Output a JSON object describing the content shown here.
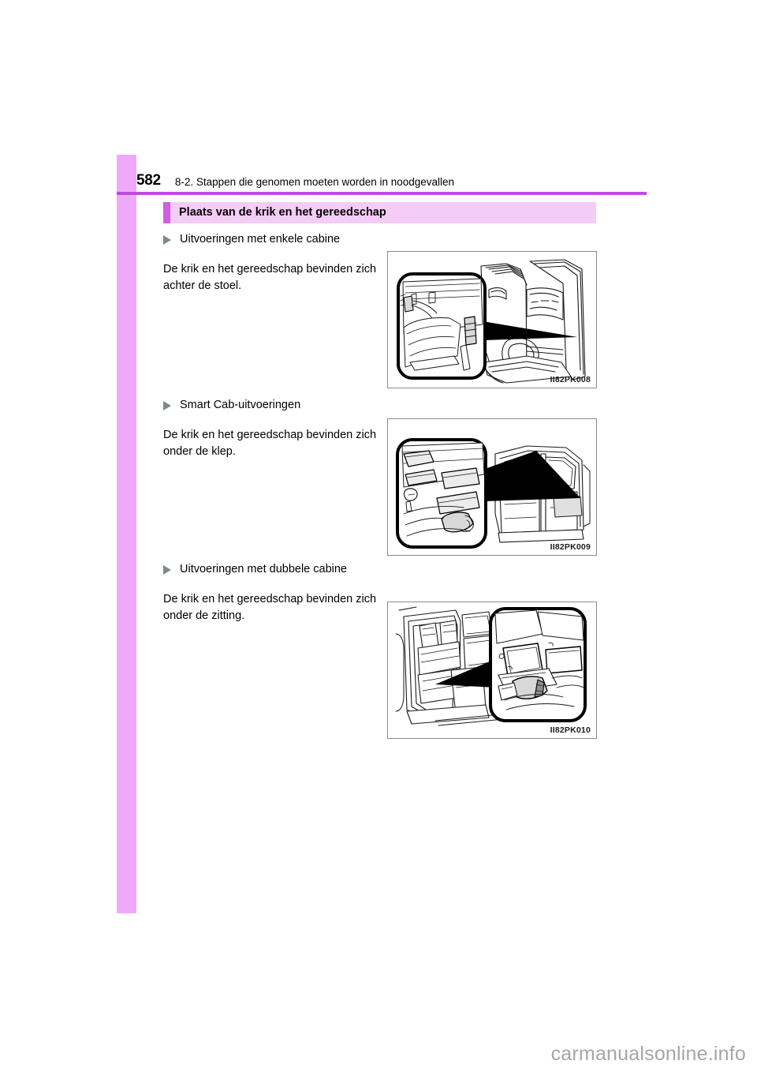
{
  "page": {
    "number": "582",
    "header_title": "8-2. Stappen die genomen moeten worden in noodgevallen",
    "watermark": "carmanualsonline.info",
    "accent_color": "#c24ae0",
    "tab_color": "#eeaaf8",
    "band_bg_color": "#f5ccf7",
    "band_accent_color": "#cd5fe3",
    "bullet_color": "#7c8c84"
  },
  "section": {
    "title": "Plaats van de krik en het gereedschap"
  },
  "blocks": [
    {
      "heading": "Uitvoeringen met enkele cabine",
      "body": "De krik en het gereedschap bevinden zich achter de stoel.",
      "figure_code": "II82PK008",
      "figure_alt": "Cabine-interieur met ingezoomde weergave achter de stoel"
    },
    {
      "heading": "Smart Cab-uitvoeringen",
      "body": "De krik en het gereedschap bevinden zich onder de klep.",
      "figure_code": "II82PK009",
      "figure_alt": "Smart Cab met ingezoomde weergave onder de klep"
    },
    {
      "heading": "Uitvoeringen met dubbele cabine",
      "body": "De krik en het gereedschap bevinden zich onder de zitting.",
      "figure_code": "II82PK010",
      "figure_alt": "Dubbele cabine met ingezoomde weergave onder de zitting"
    }
  ]
}
